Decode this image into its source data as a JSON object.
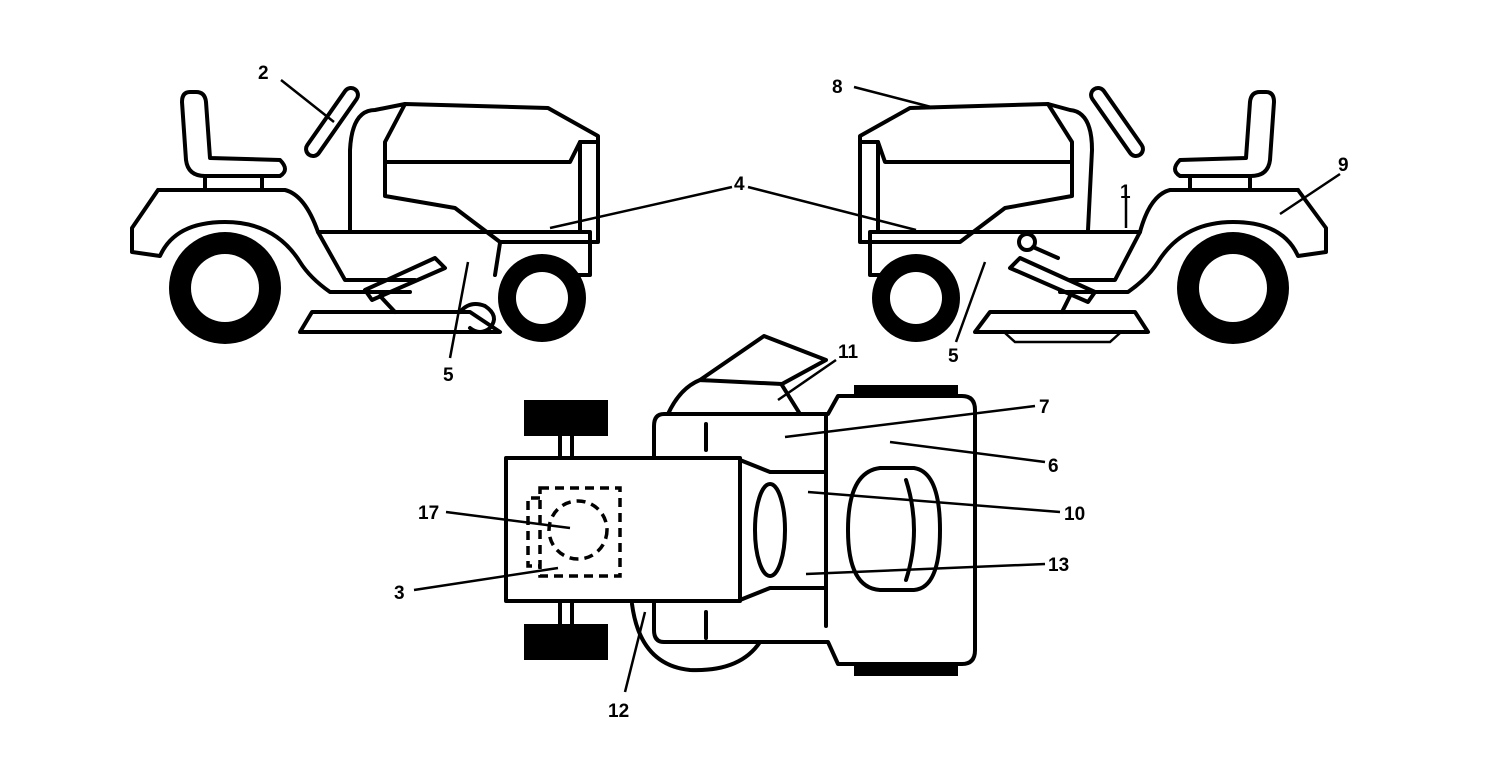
{
  "callouts": {
    "c1": "1",
    "c2": "2",
    "c3": "3",
    "c4": "4",
    "c5_left": "5",
    "c5_right": "5",
    "c6": "6",
    "c7": "7",
    "c8": "8",
    "c9": "9",
    "c10": "10",
    "c11": "11",
    "c12": "12",
    "c13": "13",
    "c17": "17"
  }
}
